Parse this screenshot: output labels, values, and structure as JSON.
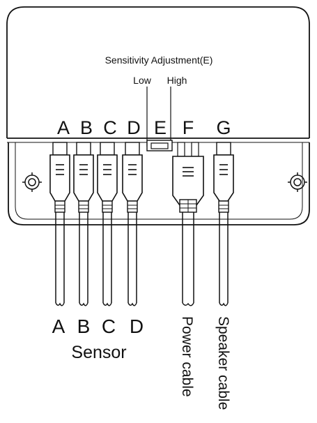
{
  "title": "Sensitivity Adjustment(E)",
  "sensitivity": {
    "low_label": "Low",
    "high_label": "High"
  },
  "ports": [
    "A",
    "B",
    "C",
    "D",
    "E",
    "F",
    "G"
  ],
  "sensor_letters": [
    "A",
    "B",
    "C",
    "D"
  ],
  "sensor_label": "Sensor",
  "power_label": "Power cable",
  "speaker_label": "Speaker cable"
}
